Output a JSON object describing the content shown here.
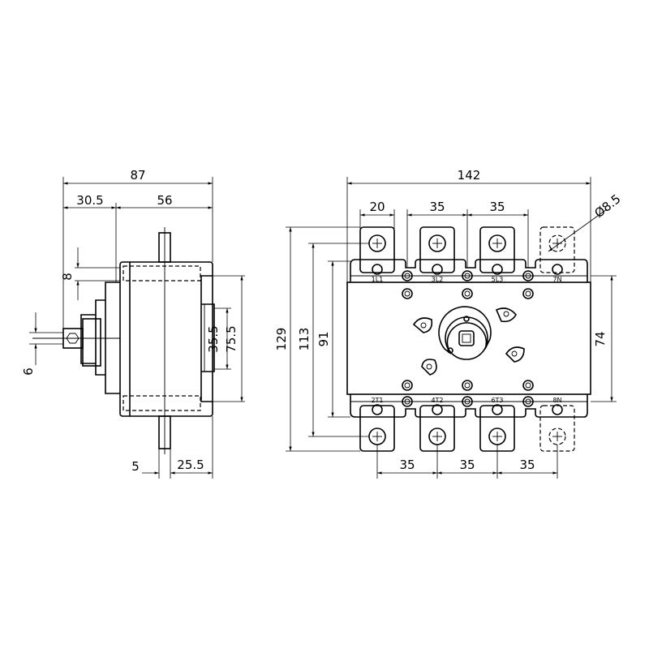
{
  "side_view": {
    "dim_overall_depth": "87",
    "dim_front_depth": "30.5",
    "dim_body_depth": "56",
    "dim_rail_offset": "8",
    "dim_shaft_width": "6",
    "dim_rail_inner": "35.5",
    "dim_rail_outer": "75.5",
    "dim_bottom_5": "5",
    "dim_bottom_25": "25.5"
  },
  "front_view": {
    "dim_overall_width": "142",
    "dim_terminal_width": "20",
    "dim_pitch_top_1": "35",
    "dim_pitch_top_2": "35",
    "dim_hole_diameter": "Ø8.5",
    "dim_total_height": "129",
    "dim_terminal_height": "113",
    "dim_body_height": "91",
    "dim_mount_height": "74",
    "dim_pitch_bottom_1": "35",
    "dim_pitch_bottom_2": "35",
    "dim_pitch_bottom_3": "35",
    "terminal_labels_top": [
      "1L1",
      "3L2",
      "5L3",
      "7N"
    ],
    "terminal_labels_bottom": [
      "2T1",
      "4T2",
      "6T3",
      "8N"
    ]
  }
}
